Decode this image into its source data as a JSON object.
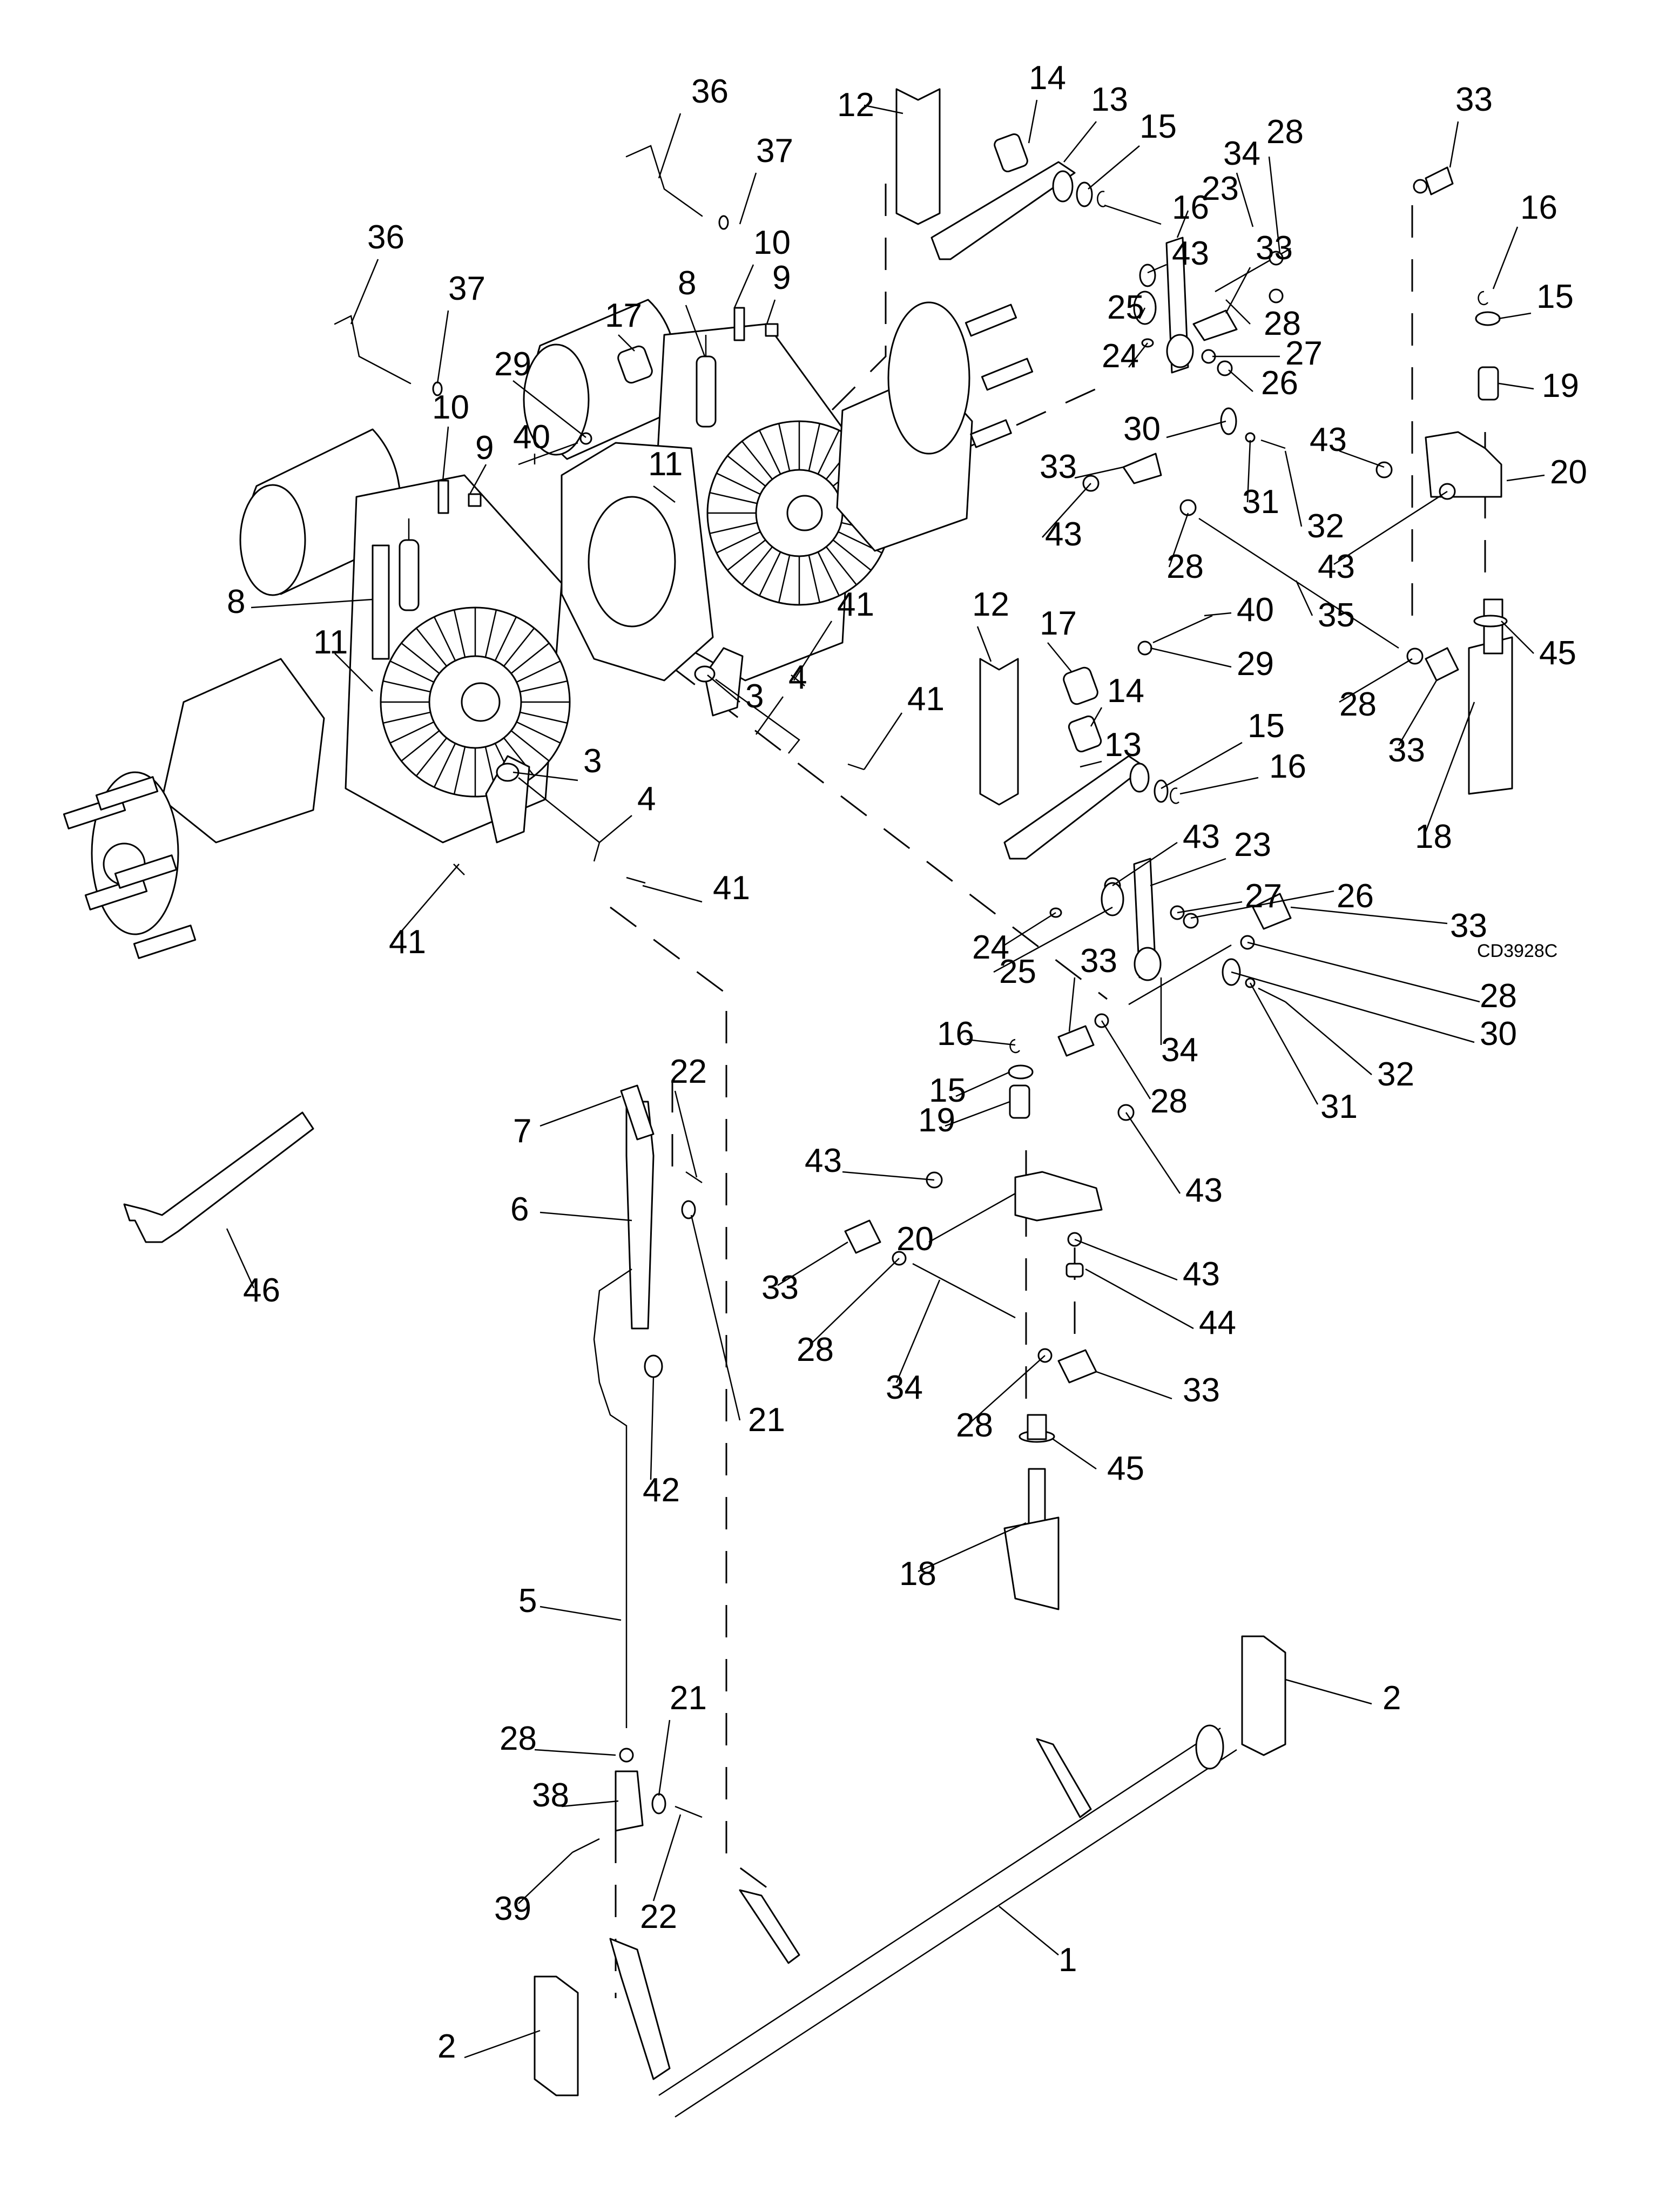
{
  "drawing_code": "CD3928C",
  "diagram_type": "exploded parts view",
  "callouts": [
    {
      "id": "c36a",
      "label": "36"
    },
    {
      "id": "c37a",
      "label": "37"
    },
    {
      "id": "c12a",
      "label": "12"
    },
    {
      "id": "c14a",
      "label": "14"
    },
    {
      "id": "c13a",
      "label": "13"
    },
    {
      "id": "c15a",
      "label": "15"
    },
    {
      "id": "c16a",
      "label": "16"
    },
    {
      "id": "c33a",
      "label": "33"
    },
    {
      "id": "c28a",
      "label": "28"
    },
    {
      "id": "c34a",
      "label": "34"
    },
    {
      "id": "c23a",
      "label": "23"
    },
    {
      "id": "c43a",
      "label": "43"
    },
    {
      "id": "c33b",
      "label": "33"
    },
    {
      "id": "c28b",
      "label": "28"
    },
    {
      "id": "c16b",
      "label": "16"
    },
    {
      "id": "c15b",
      "label": "15"
    },
    {
      "id": "c25a",
      "label": "25"
    },
    {
      "id": "c27a",
      "label": "27"
    },
    {
      "id": "c24a",
      "label": "24"
    },
    {
      "id": "c26a",
      "label": "26"
    },
    {
      "id": "c19a",
      "label": "19"
    },
    {
      "id": "c10a",
      "label": "10"
    },
    {
      "id": "c9a",
      "label": "9"
    },
    {
      "id": "c8a",
      "label": "8"
    },
    {
      "id": "c17a",
      "label": "17"
    },
    {
      "id": "c36b",
      "label": "36"
    },
    {
      "id": "c37b",
      "label": "37"
    },
    {
      "id": "c29a",
      "label": "29"
    },
    {
      "id": "c10b",
      "label": "10"
    },
    {
      "id": "c40a",
      "label": "40"
    },
    {
      "id": "c9b",
      "label": "9"
    },
    {
      "id": "c11a",
      "label": "11"
    },
    {
      "id": "c8b",
      "label": "8"
    },
    {
      "id": "c11b",
      "label": "11"
    },
    {
      "id": "c30a",
      "label": "30"
    },
    {
      "id": "c31a",
      "label": "31"
    },
    {
      "id": "c32a",
      "label": "32"
    },
    {
      "id": "c43b",
      "label": "43"
    },
    {
      "id": "c20a",
      "label": "20"
    },
    {
      "id": "c33c",
      "label": "33"
    },
    {
      "id": "c43c",
      "label": "43"
    },
    {
      "id": "c28c",
      "label": "28"
    },
    {
      "id": "c43d",
      "label": "43"
    },
    {
      "id": "c41a",
      "label": "41"
    },
    {
      "id": "c12b",
      "label": "12"
    },
    {
      "id": "c17b",
      "label": "17"
    },
    {
      "id": "c40b",
      "label": "40"
    },
    {
      "id": "c29b",
      "label": "29"
    },
    {
      "id": "c35a",
      "label": "35"
    },
    {
      "id": "c45a",
      "label": "45"
    },
    {
      "id": "c3a",
      "label": "3"
    },
    {
      "id": "c4a",
      "label": "4"
    },
    {
      "id": "c14b",
      "label": "14"
    },
    {
      "id": "c41b",
      "label": "41"
    },
    {
      "id": "c13b",
      "label": "13"
    },
    {
      "id": "c15c",
      "label": "15"
    },
    {
      "id": "c28d",
      "label": "28"
    },
    {
      "id": "c33d",
      "label": "33"
    },
    {
      "id": "c16c",
      "label": "16"
    },
    {
      "id": "c18a",
      "label": "18"
    },
    {
      "id": "c3b",
      "label": "3"
    },
    {
      "id": "c4b",
      "label": "4"
    },
    {
      "id": "c41c",
      "label": "41"
    },
    {
      "id": "c41d",
      "label": "41"
    },
    {
      "id": "c43e",
      "label": "43"
    },
    {
      "id": "c23b",
      "label": "23"
    },
    {
      "id": "c27b",
      "label": "27"
    },
    {
      "id": "c26b",
      "label": "26"
    },
    {
      "id": "c33e",
      "label": "33"
    },
    {
      "id": "c24b",
      "label": "24"
    },
    {
      "id": "c25b",
      "label": "25"
    },
    {
      "id": "c33f",
      "label": "33"
    },
    {
      "id": "c28e",
      "label": "28"
    },
    {
      "id": "c30b",
      "label": "30"
    },
    {
      "id": "c16d",
      "label": "16"
    },
    {
      "id": "c15d",
      "label": "15"
    },
    {
      "id": "c28f",
      "label": "28"
    },
    {
      "id": "c34b",
      "label": "34"
    },
    {
      "id": "c31b",
      "label": "31"
    },
    {
      "id": "c32b",
      "label": "32"
    },
    {
      "id": "c22a",
      "label": "22"
    },
    {
      "id": "c7a",
      "label": "7"
    },
    {
      "id": "c19b",
      "label": "19"
    },
    {
      "id": "c43f",
      "label": "43"
    },
    {
      "id": "c43g",
      "label": "43"
    },
    {
      "id": "c6a",
      "label": "6"
    },
    {
      "id": "c20b",
      "label": "20"
    },
    {
      "id": "c43h",
      "label": "43"
    },
    {
      "id": "c46a",
      "label": "46"
    },
    {
      "id": "c33g",
      "label": "33"
    },
    {
      "id": "c28g",
      "label": "28"
    },
    {
      "id": "c34c",
      "label": "34"
    },
    {
      "id": "c44a",
      "label": "44"
    },
    {
      "id": "c21a",
      "label": "21"
    },
    {
      "id": "c28h",
      "label": "28"
    },
    {
      "id": "c33h",
      "label": "33"
    },
    {
      "id": "c42a",
      "label": "42"
    },
    {
      "id": "c45b",
      "label": "45"
    },
    {
      "id": "c18b",
      "label": "18"
    },
    {
      "id": "c5a",
      "label": "5"
    },
    {
      "id": "c2a",
      "label": "2"
    },
    {
      "id": "c28i",
      "label": "28"
    },
    {
      "id": "c21b",
      "label": "21"
    },
    {
      "id": "c38a",
      "label": "38"
    },
    {
      "id": "c39a",
      "label": "39"
    },
    {
      "id": "c22b",
      "label": "22"
    },
    {
      "id": "c1a",
      "label": "1"
    },
    {
      "id": "c2b",
      "label": "2"
    }
  ]
}
